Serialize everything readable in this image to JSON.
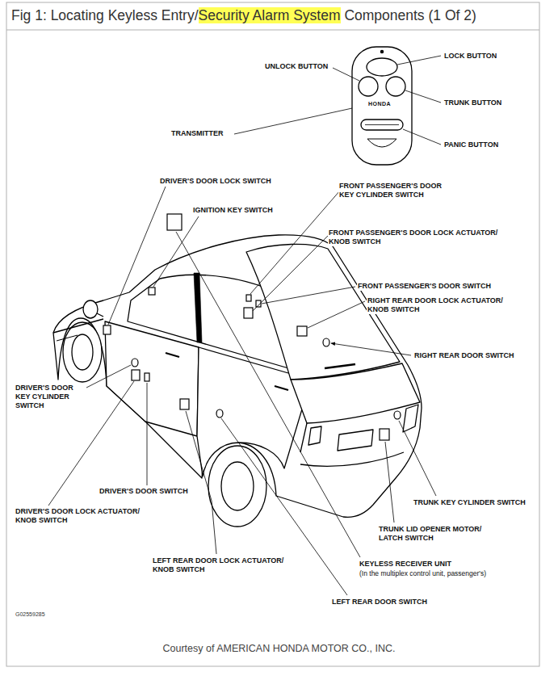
{
  "diagram": {
    "title": "Fig 1: Locating Keyless Entry/Security Alarm System Components (1 Of 2)",
    "caption": "Courtesy of AMERICAN HONDA MOTOR CO., INC.",
    "labels": [
      "UNLOCK BUTTON",
      "LOCK BUTTON",
      "TRUNK BUTTON",
      "PANIC BUTTON",
      "TRANSMITTER",
      "HONDA",
      "DRIVER'S DOOR LOCK SWITCH",
      "IGNITION KEY SWITCH",
      "FRONT PASSENGER'S DOOR KEY CYLINDER SWITCH",
      "FRONT PASSENGER'S DOOR LOCK ACTUATOR/ KNOB SWITCH",
      "FRONT PASSENGER'S DOOR SWITCH",
      "RIGHT REAR DOOR LOCK ACTUATOR/ KNOB SWITCH",
      "RIGHT REAR DOOR SWITCH",
      "DRIVER'S DOOR KEY CYLINDER SWITCH",
      "TRUNK KEY CYLINDER SWITCH",
      "DRIVER'S DOOR SWITCH",
      "DRIVER'S DOOR LOCK ACTUATOR/ KNOB SWITCH",
      "TRUNK LID OPENER MOTOR/ LATCH SWITCH",
      "LEFT REAR DOOR LOCK ACTUATOR/ KNOB SWITCH",
      "KEYLESS RECEIVER UNIT",
      "(In the multiplex control unit, passenger's)",
      "LEFT REAR DOOR SWITCH",
      "G02559285"
    ]
  }
}
